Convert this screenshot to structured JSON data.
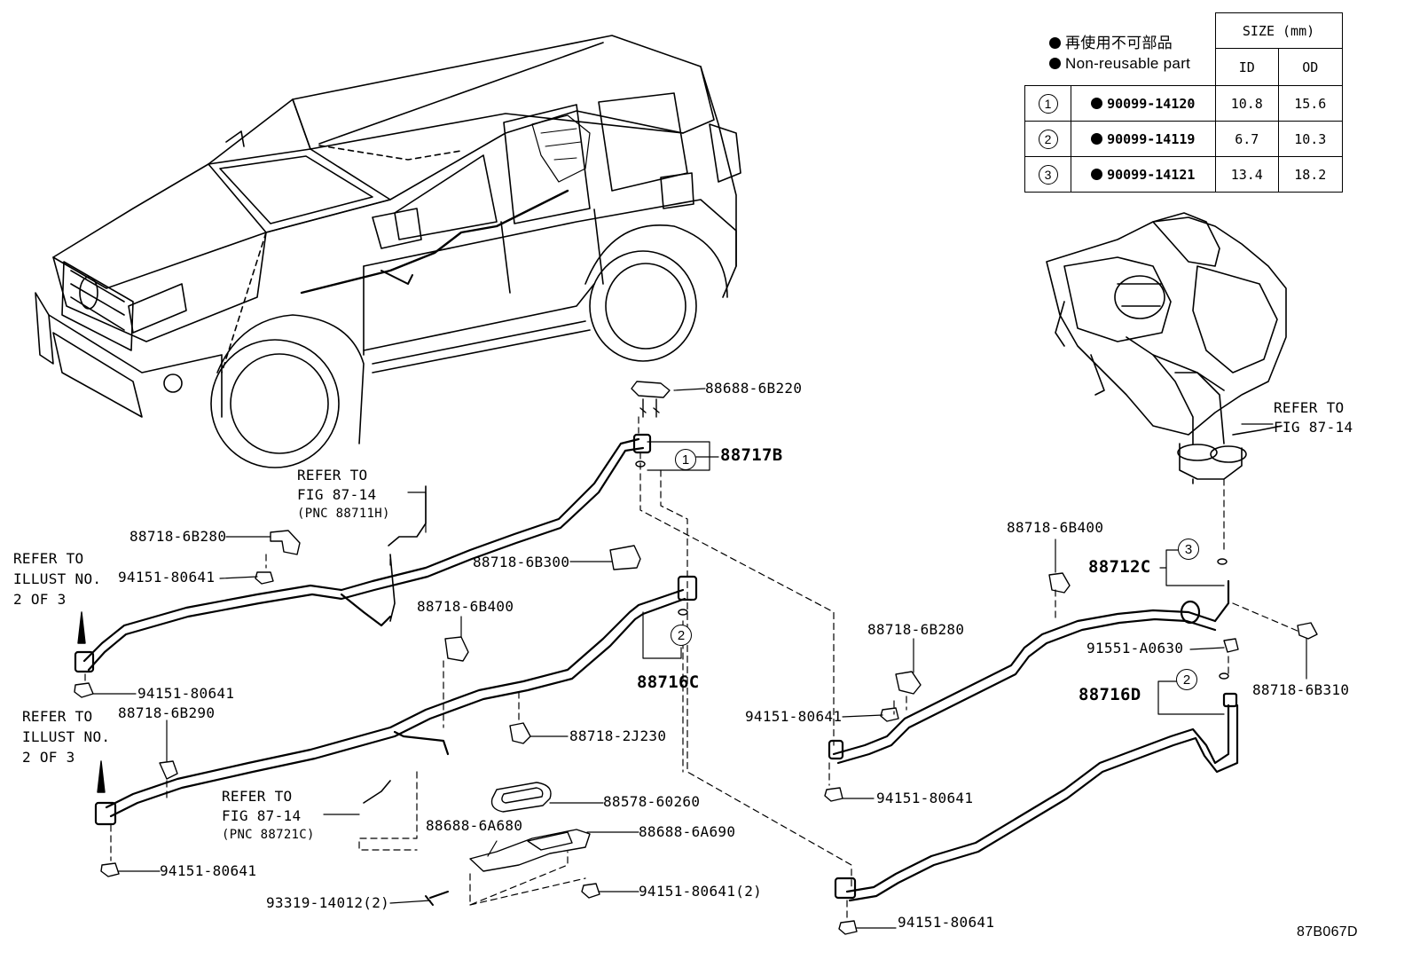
{
  "legend": {
    "line_jp": "再使用不可部品",
    "line_en": "Non-reusable part"
  },
  "size_table": {
    "header": "SIZE (mm)",
    "col_id": "ID",
    "col_od": "OD",
    "rows": [
      {
        "ref": "1",
        "part": "90099-14120",
        "id": "10.8",
        "od": "15.6"
      },
      {
        "ref": "2",
        "part": "90099-14119",
        "id": "6.7",
        "od": "10.3"
      },
      {
        "ref": "3",
        "part": "90099-14121",
        "id": "13.4",
        "od": "18.2"
      }
    ]
  },
  "labels": {
    "p88688_6B220": "88688-6B220",
    "p88717B": "88717B",
    "refer_fig_a_1": "REFER TO",
    "refer_fig_a_2": "FIG 87-14",
    "refer_fig_a_3": "(PNC 88711H)",
    "p88718_6B280_a": "88718-6B280",
    "refer_illust_a_1": "REFER TO",
    "refer_illust_a_2": "ILLUST NO.",
    "refer_illust_a_3": "2 OF 3",
    "p94151_a": "94151-80641",
    "p88718_6B300": "88718-6B300",
    "p88718_6B400_a": "88718-6B400",
    "p94151_b": "94151-80641",
    "refer_illust_b_1": "REFER TO",
    "refer_illust_b_2": "ILLUST NO.",
    "refer_illust_b_3": "2 OF 3",
    "p88718_6B290": "88718-6B290",
    "p88716C": "88716C",
    "p88718_2J230": "88718-2J230",
    "refer_fig_b_1": "REFER TO",
    "refer_fig_b_2": "FIG 87-14",
    "refer_fig_b_3": "(PNC 88721C)",
    "p94151_c": "94151-80641",
    "p88578_60260": "88578-60260",
    "p88688_6A680": "88688-6A680",
    "p88688_6A690": "88688-6A690",
    "p93319": "93319-14012(2)",
    "p94151_2": "94151-80641(2)",
    "refer_fig_c_1": "REFER TO",
    "refer_fig_c_2": "FIG 87-14",
    "p88718_6B400_b": "88718-6B400",
    "p88712C": "88712C",
    "p91551": "91551-A0630",
    "p88716D": "88716D",
    "p88718_6B310": "88718-6B310",
    "p88718_6B280_b": "88718-6B280",
    "p94151_d": "94151-80641",
    "p94151_e": "94151-80641",
    "p94151_f": "94151-80641",
    "figure_code": "87B067D"
  },
  "callouts": {
    "c1": "1",
    "c2a": "2",
    "c2b": "2",
    "c3": "3"
  }
}
